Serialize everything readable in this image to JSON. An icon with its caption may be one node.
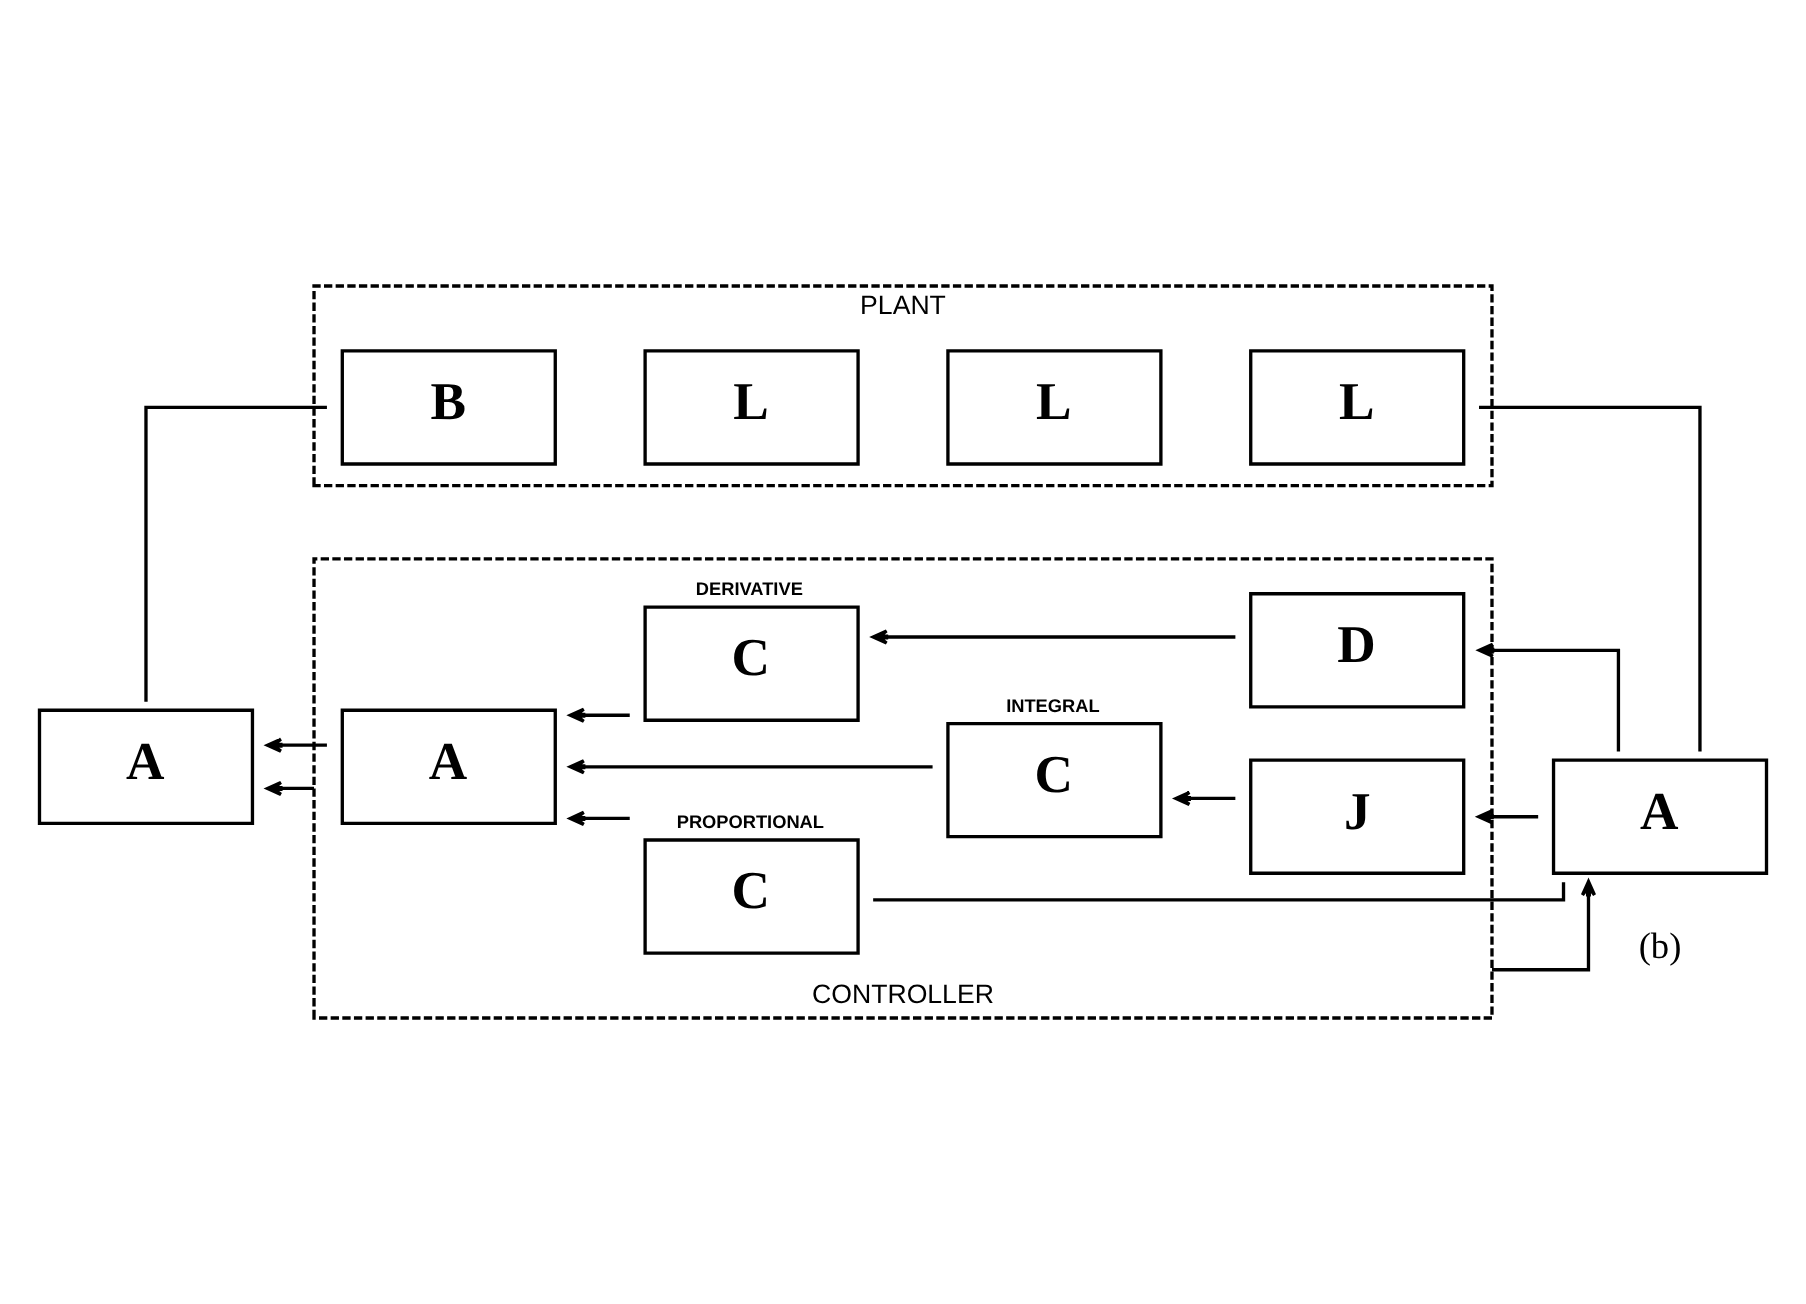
{
  "diagram": {
    "nodes": [
      {
        "text": [
          "PLANT"
        ]
      },
      {
        "text": [
          "B"
        ],
        "in": 0
      },
      {
        "text": [
          "L"
        ],
        "in": 0
      },
      {
        "text": [
          "L"
        ],
        "in": 0
      },
      {
        "text": [
          "L"
        ],
        "in": 0
      },
      {
        "text": [
          "A"
        ]
      },
      {
        "text": [
          "CONTROLLER"
        ]
      },
      {
        "text": [
          "A"
        ],
        "in": 6
      },
      {
        "text": [
          "DERIVATIVE",
          "C"
        ],
        "in": 6
      },
      {
        "text": [
          "D"
        ],
        "in": 6
      },
      {
        "text": [
          "PROPORTIONAL",
          "C"
        ],
        "in": 6
      },
      {
        "text": [
          "INTEGRAL",
          "C"
        ],
        "in": 6
      },
      {
        "text": [
          "J"
        ],
        "in": 6
      },
      {
        "text": [
          "A"
        ]
      }
    ],
    "edges": [
      {
        "from": 1,
        "to": 5,
        "arrow": "none"
      },
      {
        "from": 4,
        "to": 13,
        "arrow": "none"
      },
      {
        "from": 6,
        "to": 5,
        "arrow": "to"
      },
      {
        "from": 6,
        "to": 13,
        "arrow": "to"
      },
      {
        "from": 7,
        "to": 5,
        "arrow": "to"
      },
      {
        "from": 13,
        "to": 10,
        "arrow": "none"
      },
      {
        "from": 13,
        "to": 9,
        "arrow": "to"
      },
      {
        "from": 13,
        "to": 12,
        "arrow": "to"
      },
      {
        "from": 9,
        "to": 8,
        "arrow": "to"
      },
      {
        "from": 12,
        "to": 11,
        "arrow": "to"
      },
      {
        "from": 8,
        "to": 7,
        "arrow": "to"
      },
      {
        "from": 10,
        "to": 7,
        "arrow": "to"
      },
      {
        "from": 11,
        "to": 7,
        "arrow": "to"
      }
    ],
    "labels": [
      "(b)"
    ]
  }
}
